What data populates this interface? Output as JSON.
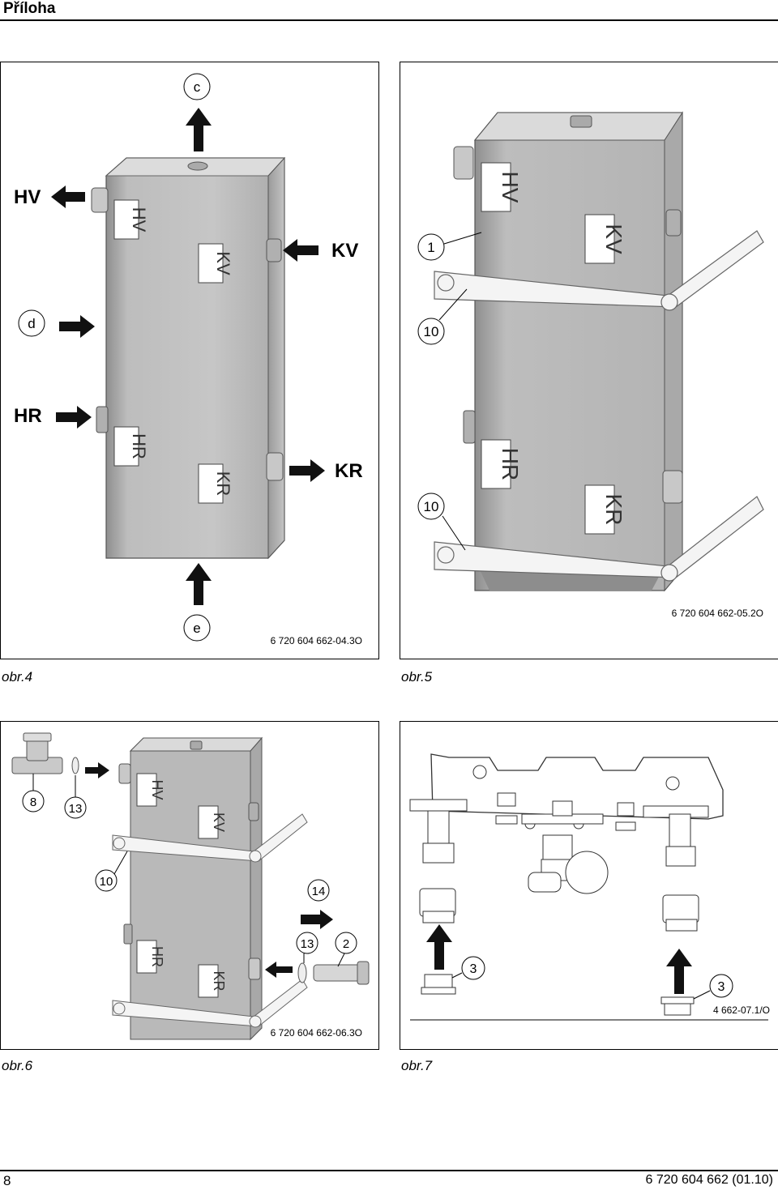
{
  "header": {
    "title": "Příloha"
  },
  "fig4": {
    "caption": "obr.4",
    "doc_number": "6 720 604 662-04.3O",
    "label_top": "c",
    "label_bottom": "e",
    "label_left": "d",
    "arrow_hv": "HV",
    "arrow_kv": "KV",
    "arrow_hr": "HR",
    "arrow_kr": "KR",
    "tag_hv": "HV",
    "tag_kv": "KV",
    "tag_hr": "HR",
    "tag_kr": "KR"
  },
  "fig5": {
    "caption": "obr.5",
    "doc_number": "6 720 604 662-05.2O",
    "callout_1": "1",
    "callout_10a": "10",
    "callout_10b": "10",
    "tag_hv": "HV",
    "tag_kv": "KV",
    "tag_hr": "HR",
    "tag_kr": "KR"
  },
  "fig6": {
    "caption": "obr.6",
    "doc_number": "6 720 604 662-06.3O",
    "callout_8": "8",
    "callout_13a": "13",
    "callout_10": "10",
    "callout_14": "14",
    "callout_13b": "13",
    "callout_2": "2",
    "tag_hv": "HV",
    "tag_kv": "KV",
    "tag_hr": "HR",
    "tag_kr": "KR"
  },
  "fig7": {
    "caption": "obr.7",
    "doc_number": "4 662-07.1/O",
    "callout_3a": "3",
    "callout_3b": "3"
  },
  "footer": {
    "page_number": "8",
    "doc_ref": "6 720 604 662 (01.10)"
  }
}
